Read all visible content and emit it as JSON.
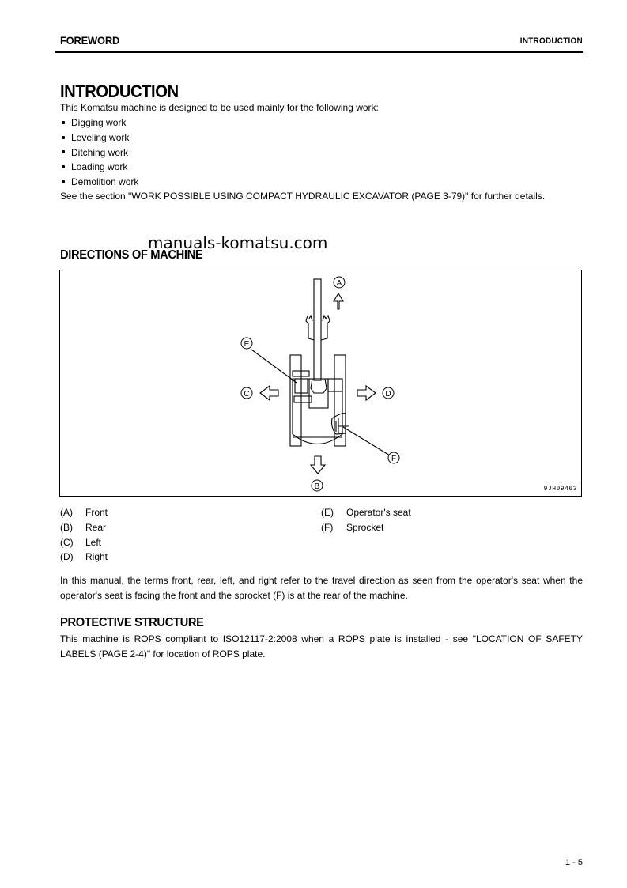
{
  "header": {
    "section": "FOREWORD",
    "chapter": "INTRODUCTION"
  },
  "introduction": {
    "title": "INTRODUCTION",
    "lead": "This Komatsu machine is designed to be used mainly for the following work:",
    "work_items": [
      "Digging work",
      "Leveling work",
      "Ditching work",
      "Loading work",
      "Demolition work"
    ],
    "see_also": "See the section \"WORK POSSIBLE USING COMPACT HYDRAULIC EXCAVATOR (PAGE 3-79)\" for further details."
  },
  "watermark": "manuals-komatsu.com",
  "directions": {
    "title": "DIRECTIONS OF MACHINE",
    "figure": {
      "code": "9JH09463",
      "callouts": [
        "A",
        "B",
        "C",
        "D",
        "E",
        "F"
      ]
    },
    "legend_left": [
      {
        "key": "(A)",
        "label": "Front"
      },
      {
        "key": "(B)",
        "label": "Rear"
      },
      {
        "key": "(C)",
        "label": "Left"
      },
      {
        "key": "(D)",
        "label": "Right"
      }
    ],
    "legend_right": [
      {
        "key": "(E)",
        "label": "Operator's seat"
      },
      {
        "key": "(F)",
        "label": "Sprocket"
      }
    ],
    "note": "In this manual, the terms front, rear, left, and right refer to the travel direction as seen from the operator's seat when the operator's seat is facing the front and the sprocket (F) is at the rear of the machine."
  },
  "protective": {
    "title": "PROTECTIVE STRUCTURE",
    "body": "This machine is ROPS compliant to ISO12117-2:2008 when a ROPS plate is installed - see \"LOCATION OF SAFETY LABELS (PAGE 2-4)\" for location of ROPS plate."
  },
  "footer": {
    "page_number": "1 - 5"
  }
}
